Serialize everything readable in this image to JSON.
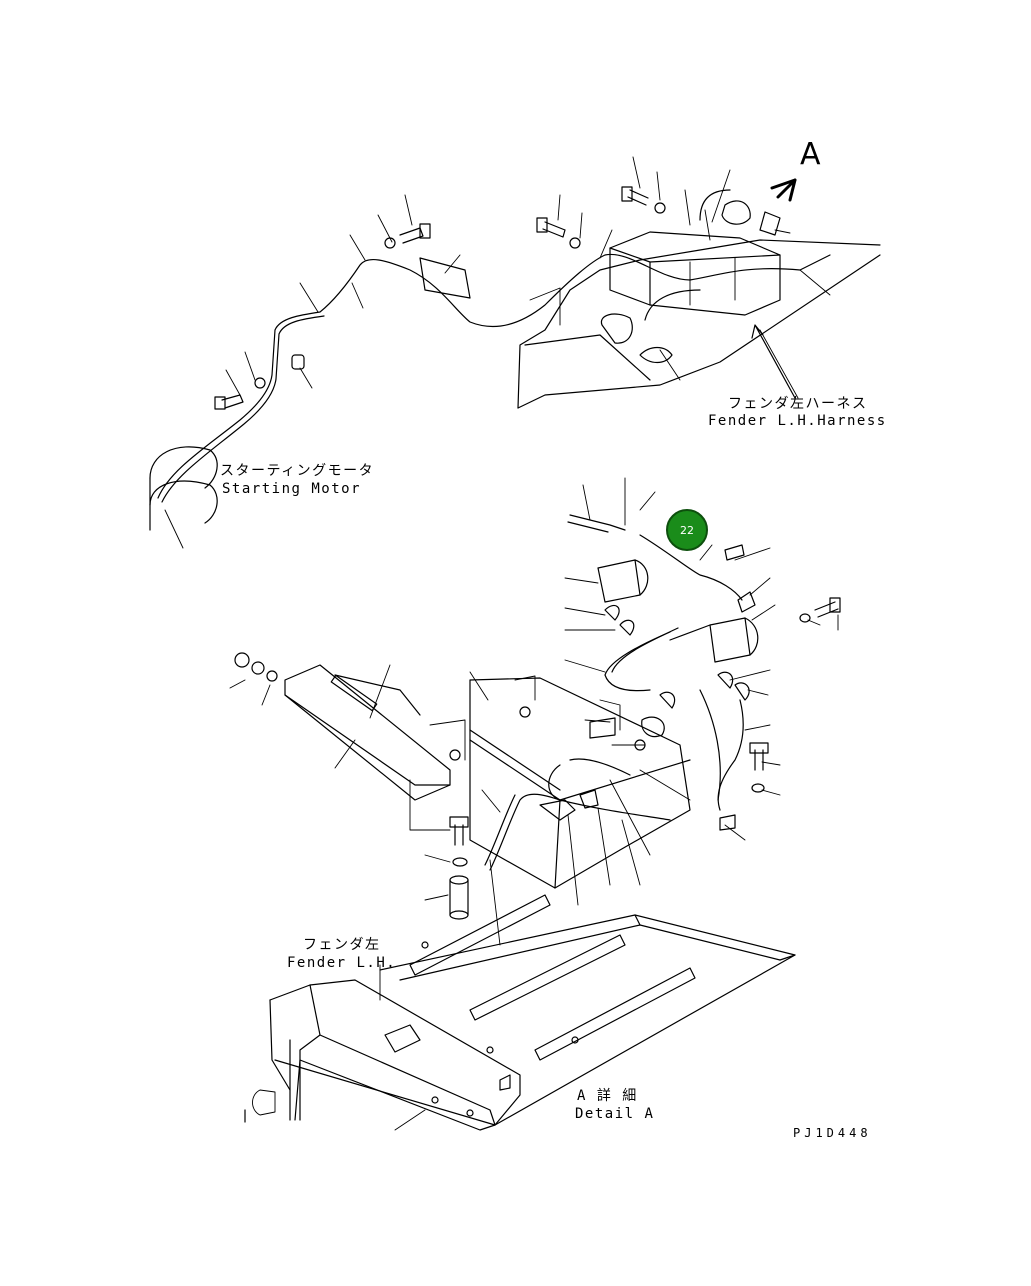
{
  "labels": {
    "view_letter": "A",
    "fender_harness_jp": "フェンダ左ハーネス",
    "fender_harness_en": "Fender L.H.Harness",
    "starting_motor_jp": "スターティングモータ",
    "starting_motor_en": "Starting Motor",
    "fender_lh_jp": "フェンダ左",
    "fender_lh_en": "Fender L.H.",
    "detail_a_jp": "A 詳 細",
    "detail_a_en": "Detail A",
    "drawing_number": "PJ1D448"
  },
  "callouts": [
    {
      "number": "22"
    }
  ],
  "colors": {
    "callout_fill": "#1a8c1a",
    "line": "#000000",
    "background": "#ffffff"
  }
}
